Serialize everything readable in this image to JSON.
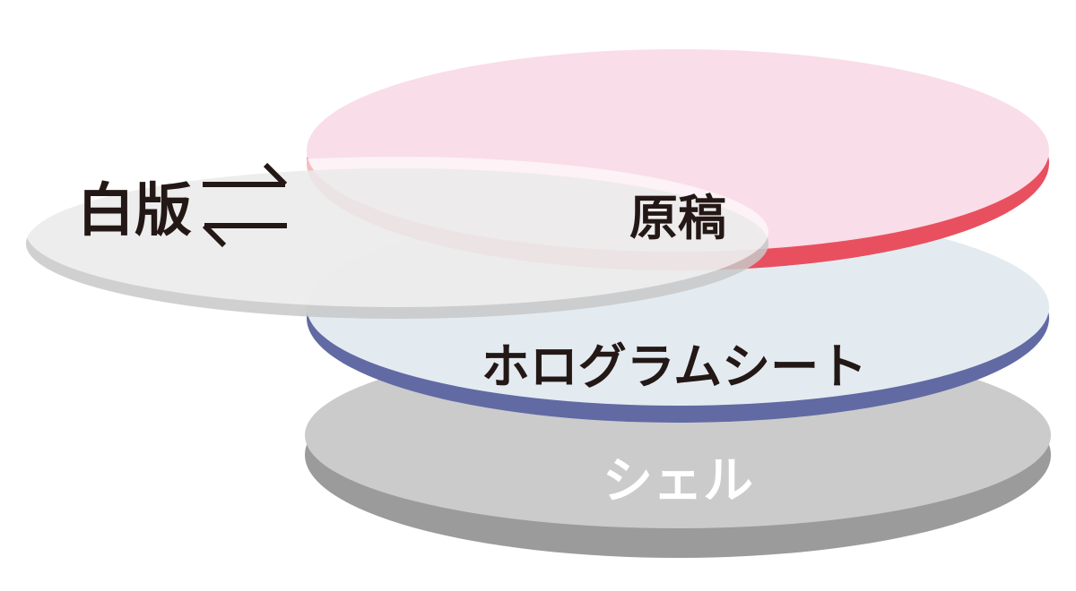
{
  "layers": {
    "white_plate": {
      "label": "白版"
    },
    "original": {
      "label": "原稿"
    },
    "hologram_sheet": {
      "label": "ホログラムシート"
    },
    "shell": {
      "label": "シェル"
    }
  },
  "colors": {
    "original_fill": "#f9dde8",
    "original_edge": "#e8505f",
    "hologram_fill": "#e3ebf1",
    "hologram_edge": "#616aa3",
    "shell_fill": "#cbcbcb",
    "shell_edge": "#9b9b9b",
    "white_plate_fill": "#ffffff",
    "white_plate_edge": "#c8c8c8",
    "text_dark": "#231815",
    "text_light": "#ffffff"
  },
  "icons": {
    "swap": "swap-arrows-icon"
  }
}
